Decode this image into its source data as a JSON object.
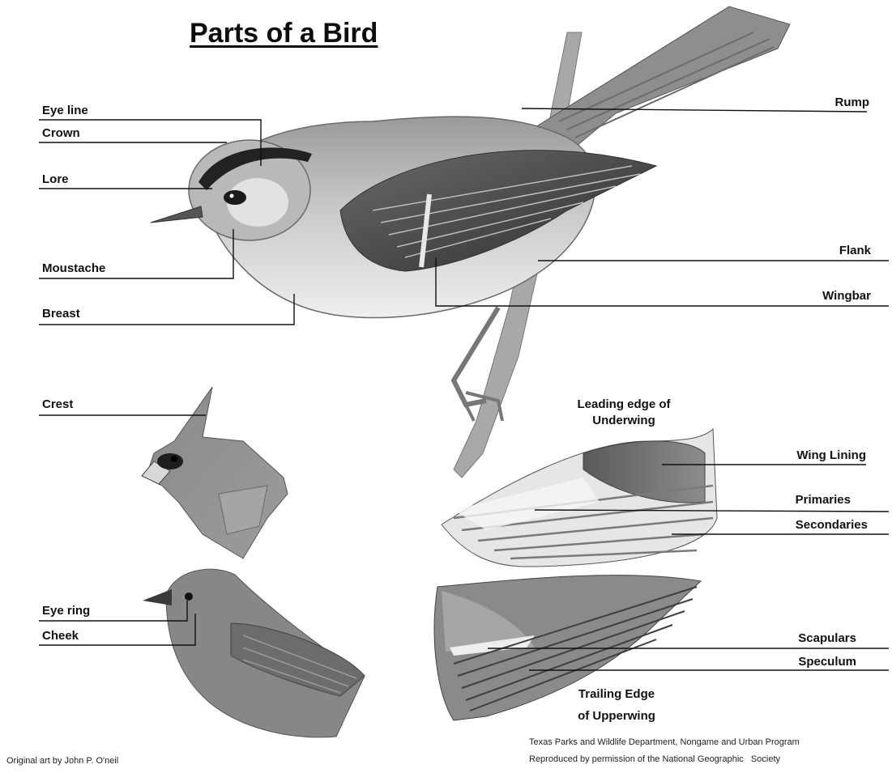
{
  "title": "Parts of a Bird",
  "labels": {
    "eye_line": "Eye line",
    "crown": "Crown",
    "lore": "Lore",
    "moustache": "Moustache",
    "breast": "Breast",
    "rump": "Rump",
    "flank": "Flank",
    "wingbar": "Wingbar",
    "crest": "Crest",
    "eye_ring": "Eye ring",
    "cheek": "Cheek",
    "leading_edge_line1": "Leading edge of",
    "leading_edge_line2": "Underwing",
    "wing_lining": "Wing Lining",
    "primaries": "Primaries",
    "secondaries": "Secondaries",
    "scapulars": "Scapulars",
    "speculum": "Speculum",
    "trailing_edge_line1": "Trailing Edge",
    "trailing_edge_line2": "of Upperwing"
  },
  "credits": {
    "artist": "Original art by John P. O'neil",
    "agency": "Texas Parks and Wildlife Department, Nongame and Urban Program",
    "permission": "Reproduced by permission of the National Geographic   Society"
  },
  "colors": {
    "ink": "#111111",
    "background": "#ffffff"
  }
}
